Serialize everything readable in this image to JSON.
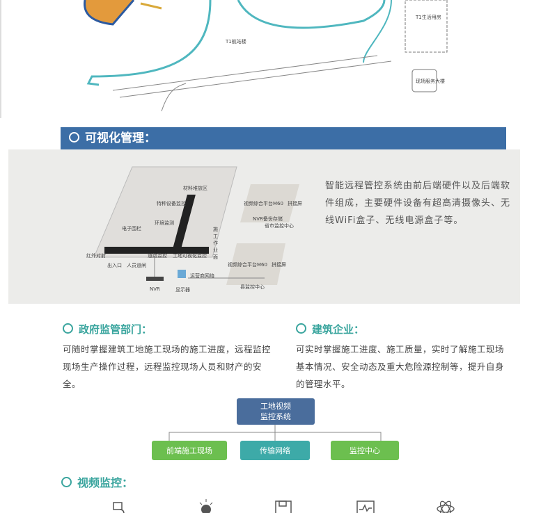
{
  "map": {
    "labels": [
      "T1航站楼",
      "T1生活用房",
      "现场服务大楼"
    ]
  },
  "section1": {
    "title": "可视化管理：",
    "description": "智能远程管控系统由前后端硬件以及后端软件组成，主要硬件设备有超高清摄像头、无线WiFi盒子、无线电源盒子等。"
  },
  "diagram": {
    "labels": [
      "材料堆放区",
      "特种设备监控",
      "环境监测",
      "电子围栏",
      "施工作业面",
      "红外对射",
      "出入口",
      "人员道闸",
      "道路监控",
      "工地可视化监控",
      "NVR",
      "显示器",
      "运营商网络",
      "视频综合平台M60",
      "拼接屏",
      "NVR备份存储",
      "省市监控中心",
      "视频综合平台M60",
      "拼接屏",
      "县监控中心"
    ]
  },
  "gov": {
    "title": "政府监管部门：",
    "text": "可随时掌握建筑工地施工现场的施工进度，远程监控现场生产操作过程，远程监控现场人员和财产的安全。"
  },
  "corp": {
    "title": "建筑企业：",
    "text": "可实时掌握施工进度、施工质量，实时了解施工现场基本情况、安全动态及重大危险源控制等，提升自身的管理水平。"
  },
  "tree": {
    "root": "工地视频\n监控系统",
    "children": [
      "前端施工现场",
      "传输网络",
      "监控中心"
    ]
  },
  "section2": {
    "title": "视频监控："
  },
  "colors": {
    "bar": "#3c6ea6",
    "teal": "#3aa59e",
    "green": "#6cbf4f",
    "rootBox": "#4a6d9c"
  }
}
